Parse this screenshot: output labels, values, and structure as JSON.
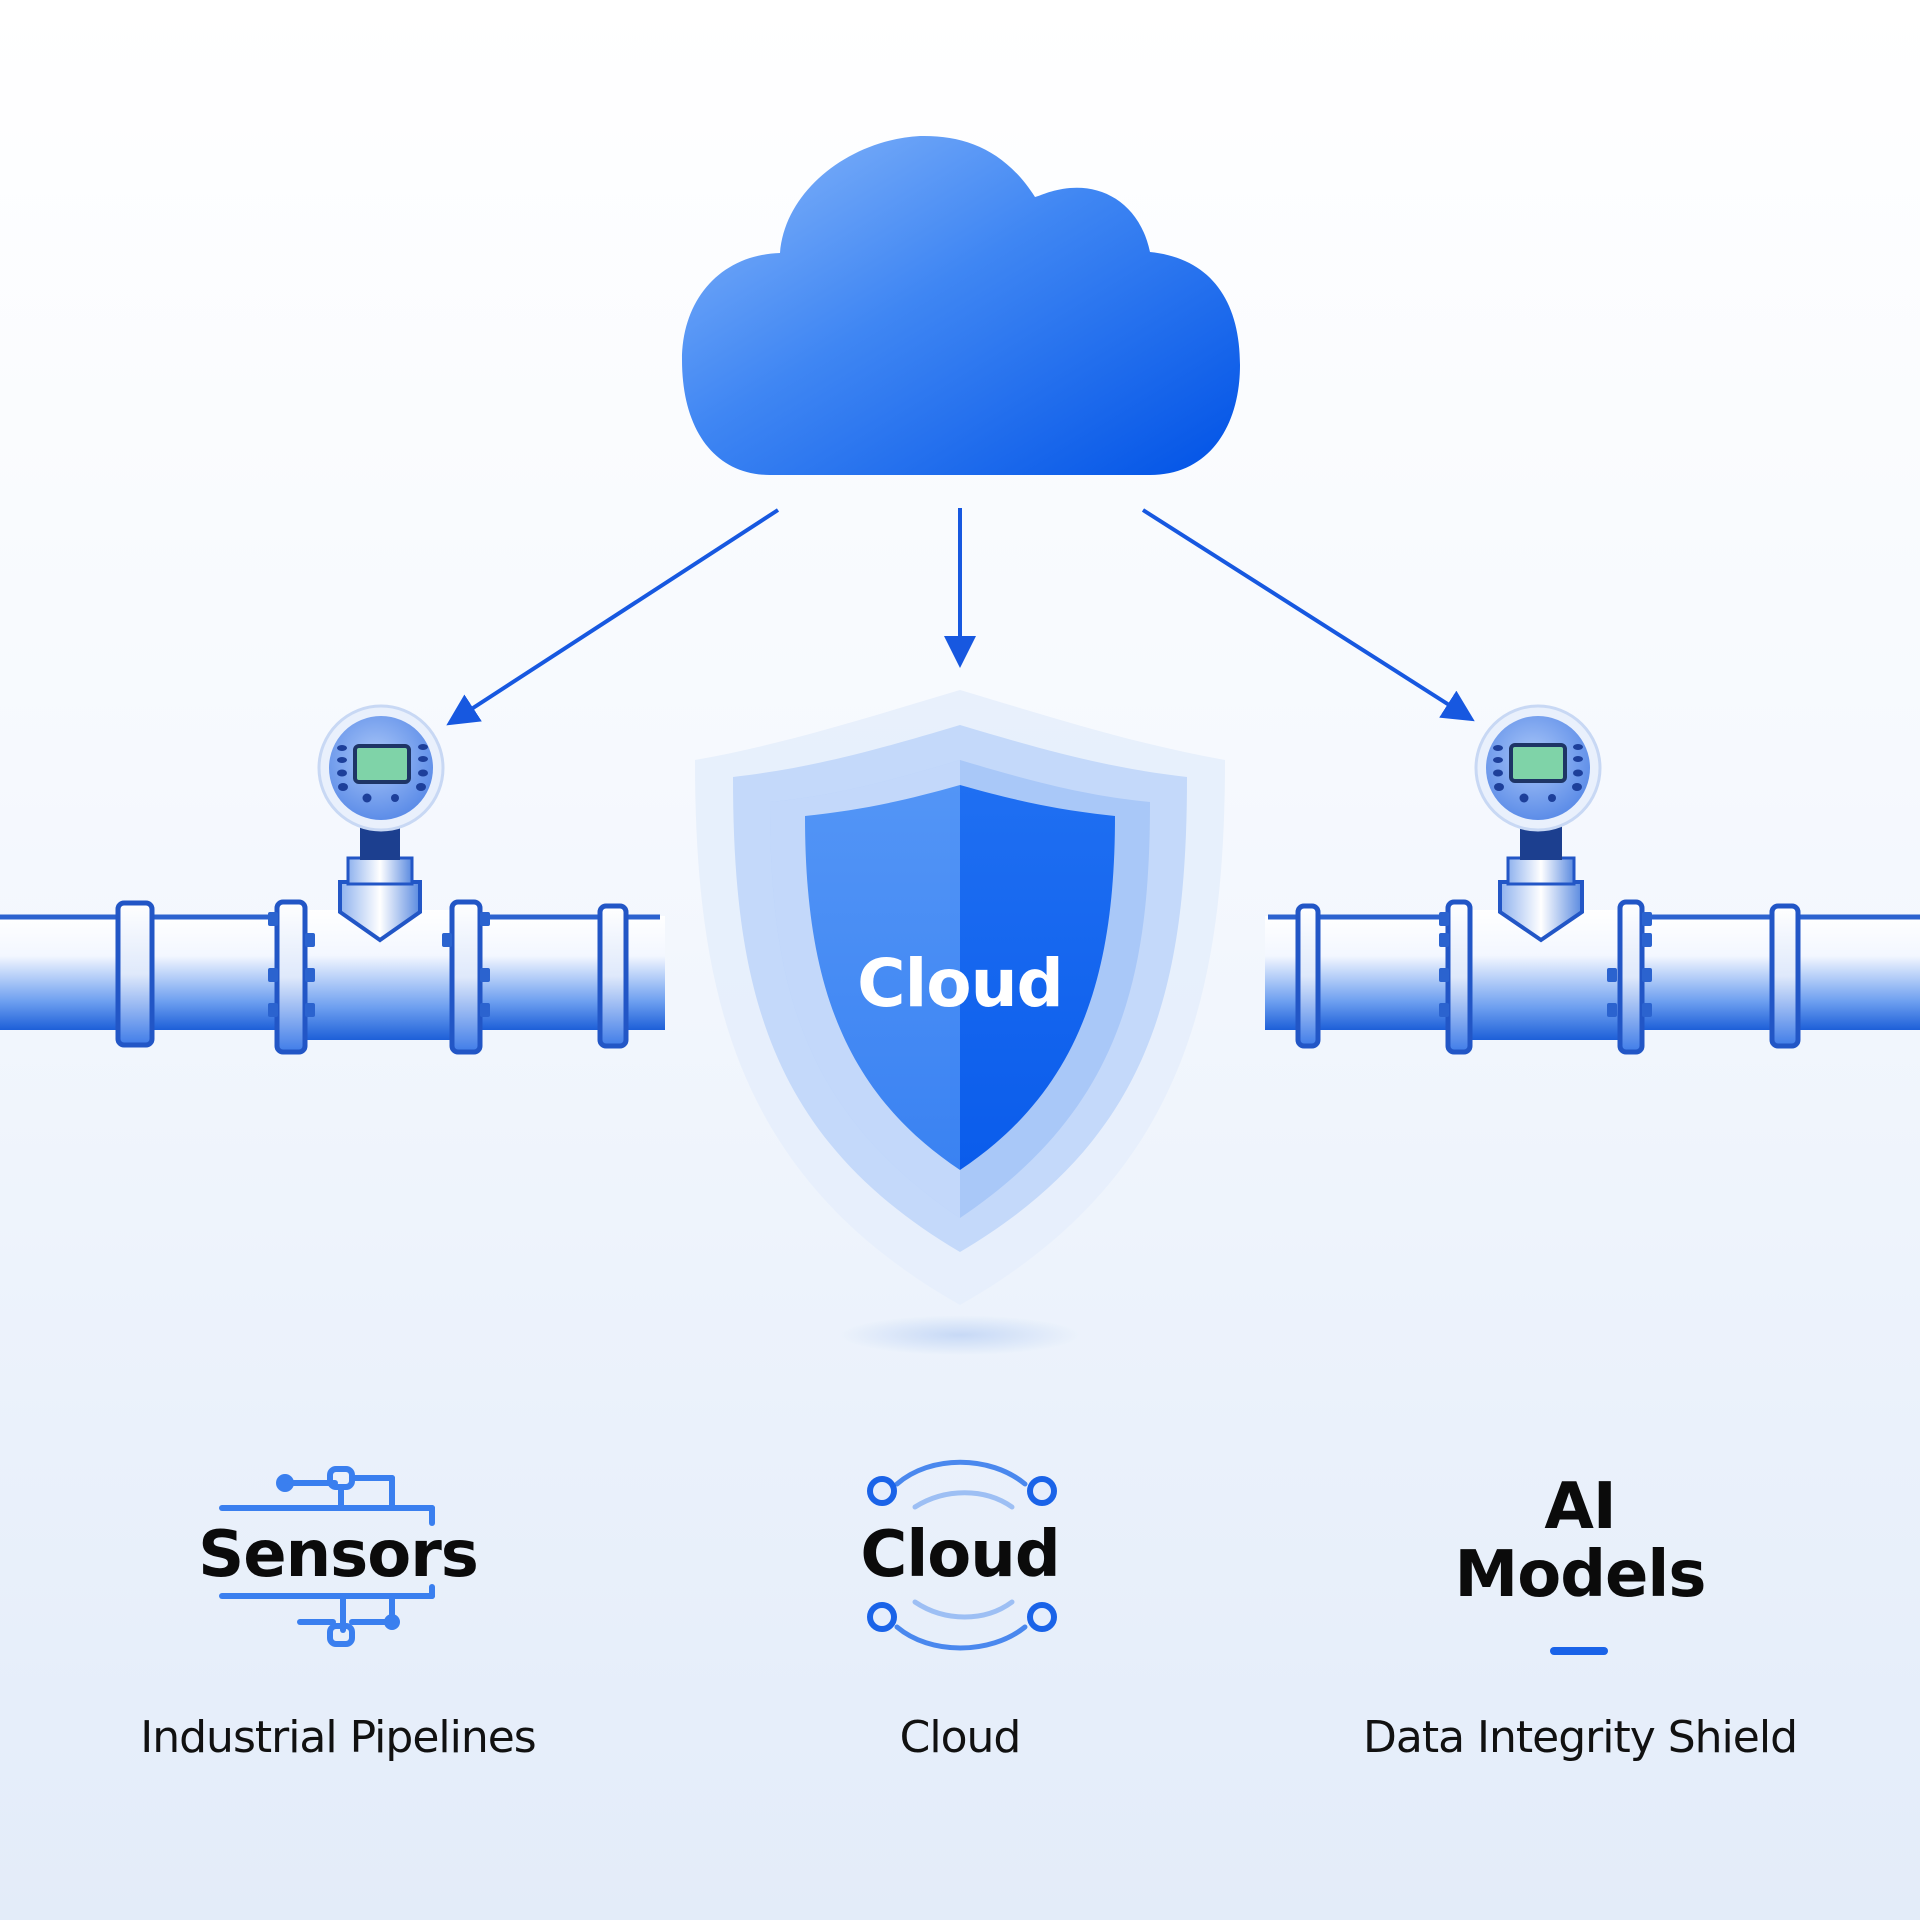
{
  "diagram": {
    "shield": {
      "label": "Cloud"
    },
    "colors": {
      "accent": "#0a5ff0",
      "cloud_light": "#7fb0f8",
      "cloud_dark": "#0556ea",
      "sensor_screen": "#7fd3a8",
      "text": "#0b0b0b"
    },
    "arrows": [
      {
        "from": "cloud",
        "to": "left-sensor"
      },
      {
        "from": "cloud",
        "to": "shield"
      },
      {
        "from": "cloud",
        "to": "right-sensor"
      }
    ]
  },
  "columns": [
    {
      "icon": "circuit-icon",
      "title": "Sensors",
      "subtitle": "Industrial Pipelines"
    },
    {
      "icon": "network-arcs-icon",
      "title": "Cloud",
      "subtitle": "Cloud"
    },
    {
      "icon": "dash-icon",
      "title_line1": "AI",
      "title_line2": "Models",
      "subtitle": "Data Integrity Shield"
    }
  ]
}
